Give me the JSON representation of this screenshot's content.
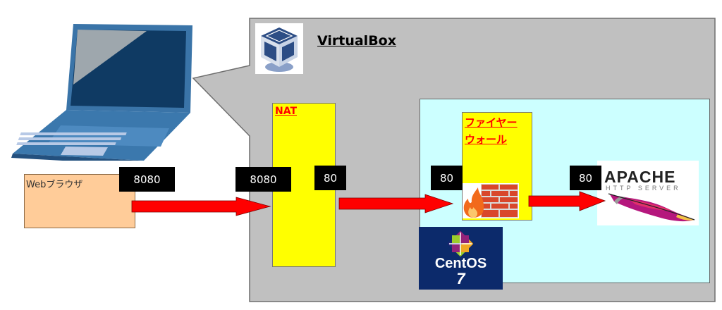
{
  "virtualbox": {
    "title": "VirtualBox",
    "icon": "virtualbox-logo-icon"
  },
  "client": {
    "device_icon": "laptop-icon",
    "browser_label": "Webブラウザ"
  },
  "nat": {
    "label": "NAT"
  },
  "firewall": {
    "label_line1": "ファイヤー",
    "label_line2": "ウォール",
    "icon": "firewall-icon"
  },
  "apache": {
    "name": "APACHE",
    "subtitle": "HTTP SERVER",
    "icon": "apache-feather-icon"
  },
  "centos": {
    "name": "CentOS",
    "version": "7",
    "icon": "centos-logo-icon"
  },
  "ports": {
    "browser_out": "8080",
    "nat_in": "8080",
    "nat_out": "80",
    "firewall_in": "80",
    "apache_in": "80"
  },
  "colors": {
    "virtualbox_bg": "#c0c0c0",
    "vm_bg": "#ccffff",
    "nat_bg": "#ffff00",
    "firewall_bg": "#ffff00",
    "browser_bg": "#ffcc99",
    "arrow": "#ff0000",
    "label_red": "#ff0000",
    "port_bg": "#000000"
  }
}
